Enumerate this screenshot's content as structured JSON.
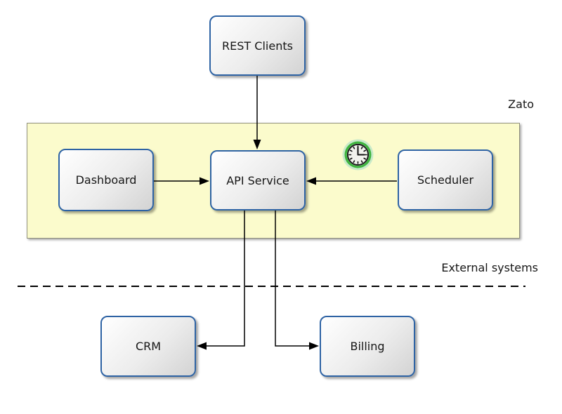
{
  "diagram": {
    "nodes": {
      "rest_clients": "REST Clients",
      "dashboard": "Dashboard",
      "api_service": "API Service",
      "scheduler": "Scheduler",
      "crm": "CRM",
      "billing": "Billing"
    },
    "groups": {
      "zato_label": "Zato",
      "external_systems_label": "External systems"
    },
    "icons": {
      "clock": "clock-icon"
    },
    "connections": [
      {
        "from": "rest_clients",
        "to": "api_service",
        "style": "solid-arrow"
      },
      {
        "from": "dashboard",
        "to": "api_service",
        "style": "solid-arrow"
      },
      {
        "from": "scheduler",
        "to": "api_service",
        "style": "solid-arrow"
      },
      {
        "from": "api_service",
        "to": "crm",
        "style": "solid-arrow"
      },
      {
        "from": "api_service",
        "to": "billing",
        "style": "solid-arrow"
      }
    ],
    "colors": {
      "background": "#ffffff",
      "node_border": "#2e63a4",
      "node_fill_top": "#ffffff",
      "node_fill_bottom": "#d3d3d3",
      "zato_fill": "#fbfbcc",
      "zato_border": "#90907c",
      "connector": "#000000",
      "clock_ring_green": "#3fb53f",
      "clock_glow_green": "#c9e9c9",
      "text": "#161616"
    }
  }
}
